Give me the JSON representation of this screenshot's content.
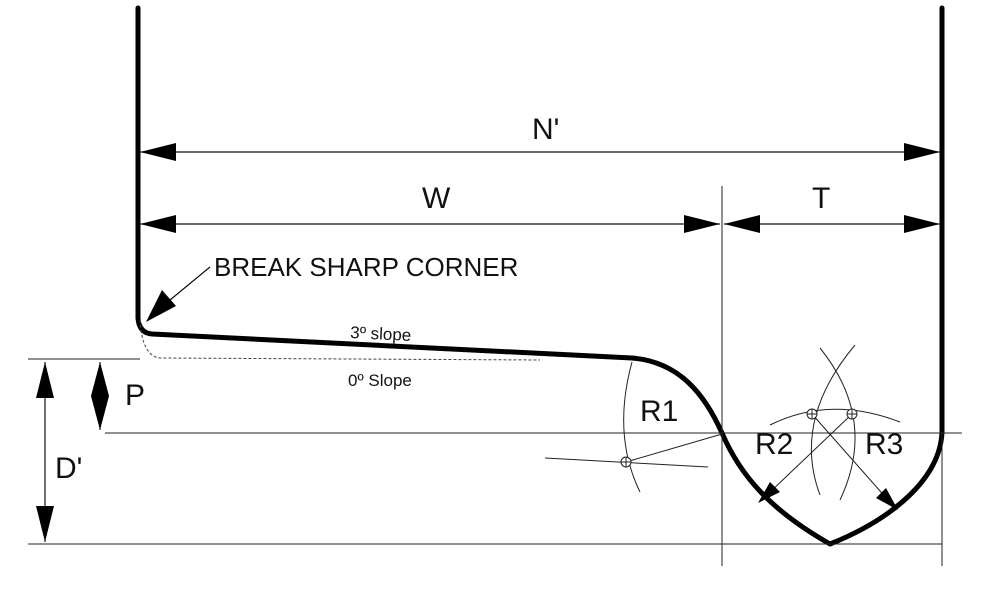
{
  "labels": {
    "n_prime": "N'",
    "w": "W",
    "t": "T",
    "break_corner": "BREAK SHARP CORNER",
    "slope_3": "3º slope",
    "slope_0": "0º Slope",
    "p": "P",
    "d_prime": "D'",
    "r1": "R1",
    "r2": "R2",
    "r3": "R3"
  }
}
